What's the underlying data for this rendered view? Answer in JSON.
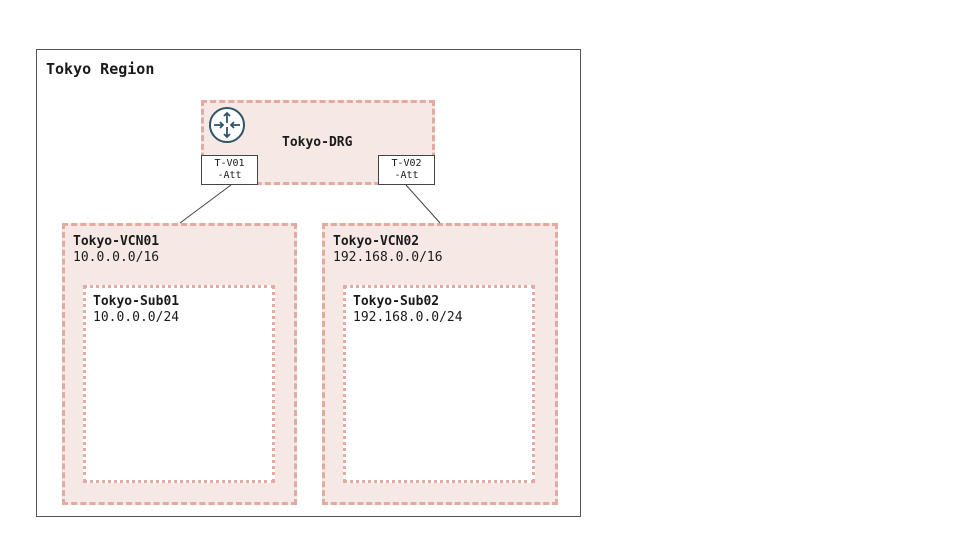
{
  "region": {
    "title": "Tokyo Region"
  },
  "drg": {
    "title": "Tokyo-DRG",
    "icon": "router-icon",
    "attachments": [
      {
        "line1": "T-V01",
        "line2": "-Att"
      },
      {
        "line1": "T-V02",
        "line2": "-Att"
      }
    ]
  },
  "vcns": [
    {
      "title": "Tokyo-VCN01",
      "cidr": "10.0.0.0/16",
      "subnet": {
        "title": "Tokyo-Sub01",
        "cidr": "10.0.0.0/24"
      }
    },
    {
      "title": "Tokyo-VCN02",
      "cidr": "192.168.0.0/16",
      "subnet": {
        "title": "Tokyo-Sub02",
        "cidr": "192.168.0.0/24"
      }
    }
  ],
  "colors": {
    "container_fill": "#f6e8e4",
    "container_border": "#e2aaa1",
    "icon_color": "#2f5466",
    "line_color": "#444444"
  }
}
